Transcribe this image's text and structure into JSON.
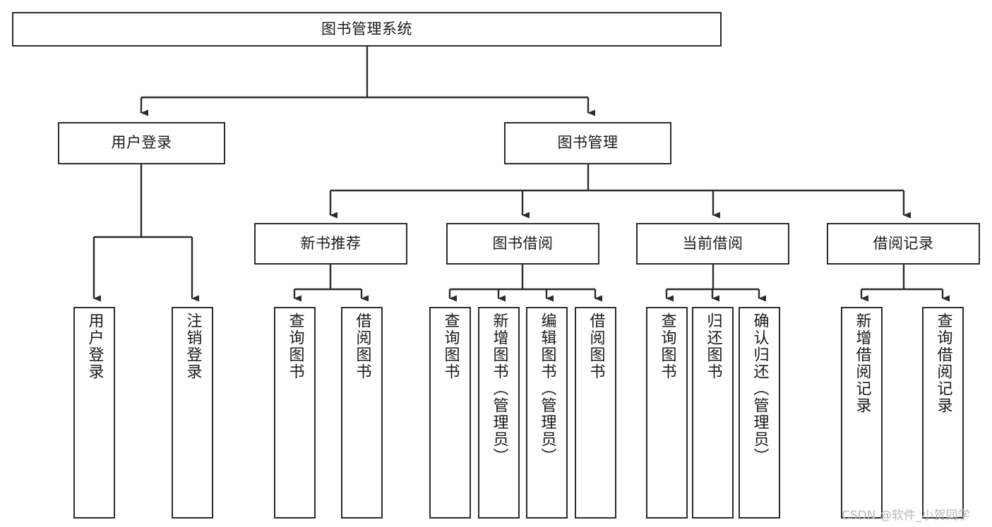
{
  "diagram": {
    "title": "图书管理系统",
    "type": "tree-hierarchy-diagram",
    "colors": {
      "box_border": "#2b2b2b",
      "box_fill": "#ffffff",
      "connector": "#2b2b2b",
      "background": "#ffffff",
      "watermark": "#b9b9b9"
    },
    "root": {
      "label": "图书管理系统"
    },
    "level1": [
      {
        "label": "用户登录"
      },
      {
        "label": "图书管理"
      }
    ],
    "level2": [
      {
        "label": "新书推荐"
      },
      {
        "label": "图书借阅"
      },
      {
        "label": "当前借阅"
      },
      {
        "label": "借阅记录"
      }
    ],
    "leaves": {
      "user_login": [
        {
          "label": "用户登录"
        },
        {
          "label": "注销登录"
        }
      ],
      "new_book_recommend": [
        {
          "label": "查询图书"
        },
        {
          "label": "借阅图书"
        }
      ],
      "book_borrow": [
        {
          "label": "查询图书"
        },
        {
          "label": "新增图书（管理员）"
        },
        {
          "label": "编辑图书（管理员）"
        },
        {
          "label": "借阅图书"
        }
      ],
      "current_borrow": [
        {
          "label": "查询图书"
        },
        {
          "label": "归还图书"
        },
        {
          "label": "确认归还（管理员）"
        }
      ],
      "borrow_record": [
        {
          "label": "新增借阅记录"
        },
        {
          "label": "查询借阅记录"
        }
      ]
    }
  },
  "watermark": {
    "text": "CSDN @软件_小贺同学"
  }
}
